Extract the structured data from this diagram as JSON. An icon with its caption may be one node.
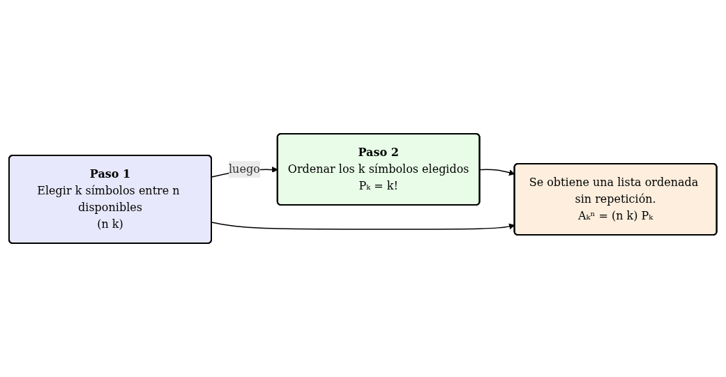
{
  "diagram": {
    "nodes": [
      {
        "text": [
          "Paso 1",
          "Elegir k símbolos entre n disponibles",
          "(n k)"
        ]
      },
      {
        "text": [
          "Paso 2",
          "Ordenar los k símbolos elegidos",
          "Pₖ = k!"
        ]
      },
      {
        "text": [
          "Se obtiene una lista ordenada sin repetición.",
          "Aₖⁿ = (n k) Pₖ"
        ]
      }
    ],
    "edges": [
      {
        "from": 0,
        "to": 1,
        "arrow": "to",
        "label": "luego"
      },
      {
        "from": 1,
        "to": 2,
        "arrow": "to"
      },
      {
        "from": 0,
        "to": 2,
        "arrow": "to"
      }
    ]
  }
}
